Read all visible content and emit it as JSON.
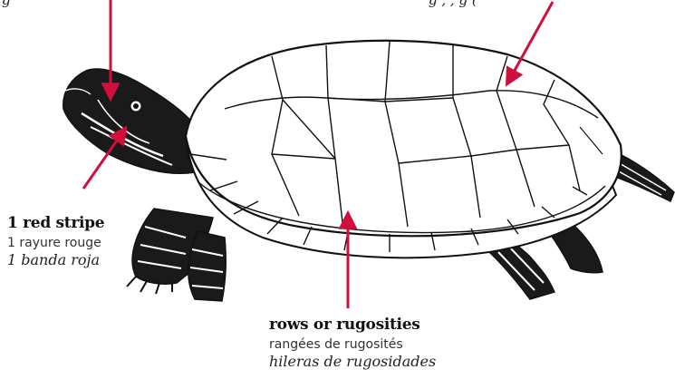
{
  "top_left_fragment": "g",
  "top_right_fragment": "g , , g (",
  "labels": {
    "stripe": {
      "en": "1 red stripe",
      "fr": "1 rayure rouge",
      "es": "1 banda roja"
    },
    "rows": {
      "en": "rows or rugosities",
      "fr": "rangées de rugosités",
      "es": "hileras de rugosidades"
    }
  },
  "colors": {
    "arrow": "#d0103a",
    "outline": "#111111",
    "skin": "#1a1a1a",
    "shell": "#ffffff"
  }
}
